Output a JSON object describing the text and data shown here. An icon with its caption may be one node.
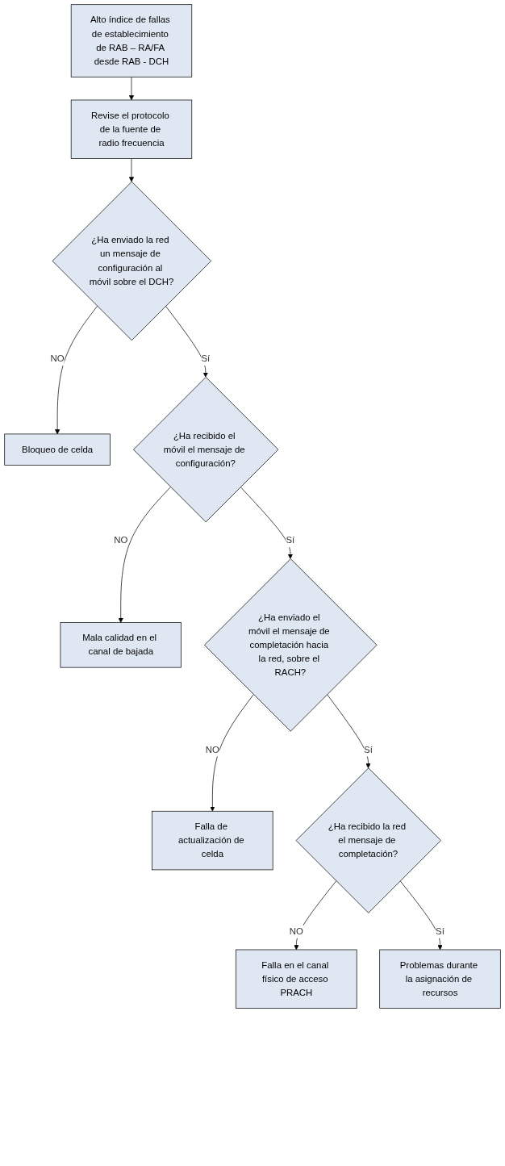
{
  "diagram": {
    "nodes": [
      {
        "text": [
          "Alto índice de fallas de establecimiento de RAB – RA/FA desde RAB - DCH"
        ]
      },
      {
        "text": [
          "Revise el protocolo de la fuente de radio frecuencia"
        ]
      },
      {
        "text": [
          "¿Ha enviado la red un mensaje de configuración al móvil sobre el DCH?"
        ]
      },
      {
        "text": [
          "Bloqueo de celda"
        ]
      },
      {
        "text": [
          "¿Ha recibido el móvil el mensaje de configuración?"
        ]
      },
      {
        "text": [
          "Mala calidad en el canal de bajada"
        ]
      },
      {
        "text": [
          "¿Ha enviado el móvil el mensaje de completación hacia la red, sobre el RACH?"
        ]
      },
      {
        "text": [
          "Falla de actualización de celda"
        ]
      },
      {
        "text": [
          "¿Ha recibido la red el mensaje de completación?"
        ]
      },
      {
        "text": [
          "Falla en el canal físico de acceso PRACH"
        ]
      },
      {
        "text": [
          "Problemas durante la asignación de recursos"
        ]
      }
    ],
    "edges": [
      {
        "from": 0,
        "to": 1,
        "arrow": "to"
      },
      {
        "from": 1,
        "to": 2,
        "arrow": "to"
      },
      {
        "from": 2,
        "to": 3,
        "label": "NO",
        "arrow": "to"
      },
      {
        "from": 2,
        "to": 4,
        "label": "Sí",
        "arrow": "to"
      },
      {
        "from": 4,
        "to": 5,
        "label": "NO",
        "arrow": "to"
      },
      {
        "from": 4,
        "to": 6,
        "label": "Sí",
        "arrow": "to"
      },
      {
        "from": 6,
        "to": 7,
        "label": "NO",
        "arrow": "to"
      },
      {
        "from": 6,
        "to": 8,
        "label": "Sí",
        "arrow": "to"
      },
      {
        "from": 8,
        "to": 9,
        "label": "NO",
        "arrow": "to"
      },
      {
        "from": 8,
        "to": 10,
        "label": "Sí",
        "arrow": "to"
      }
    ]
  }
}
